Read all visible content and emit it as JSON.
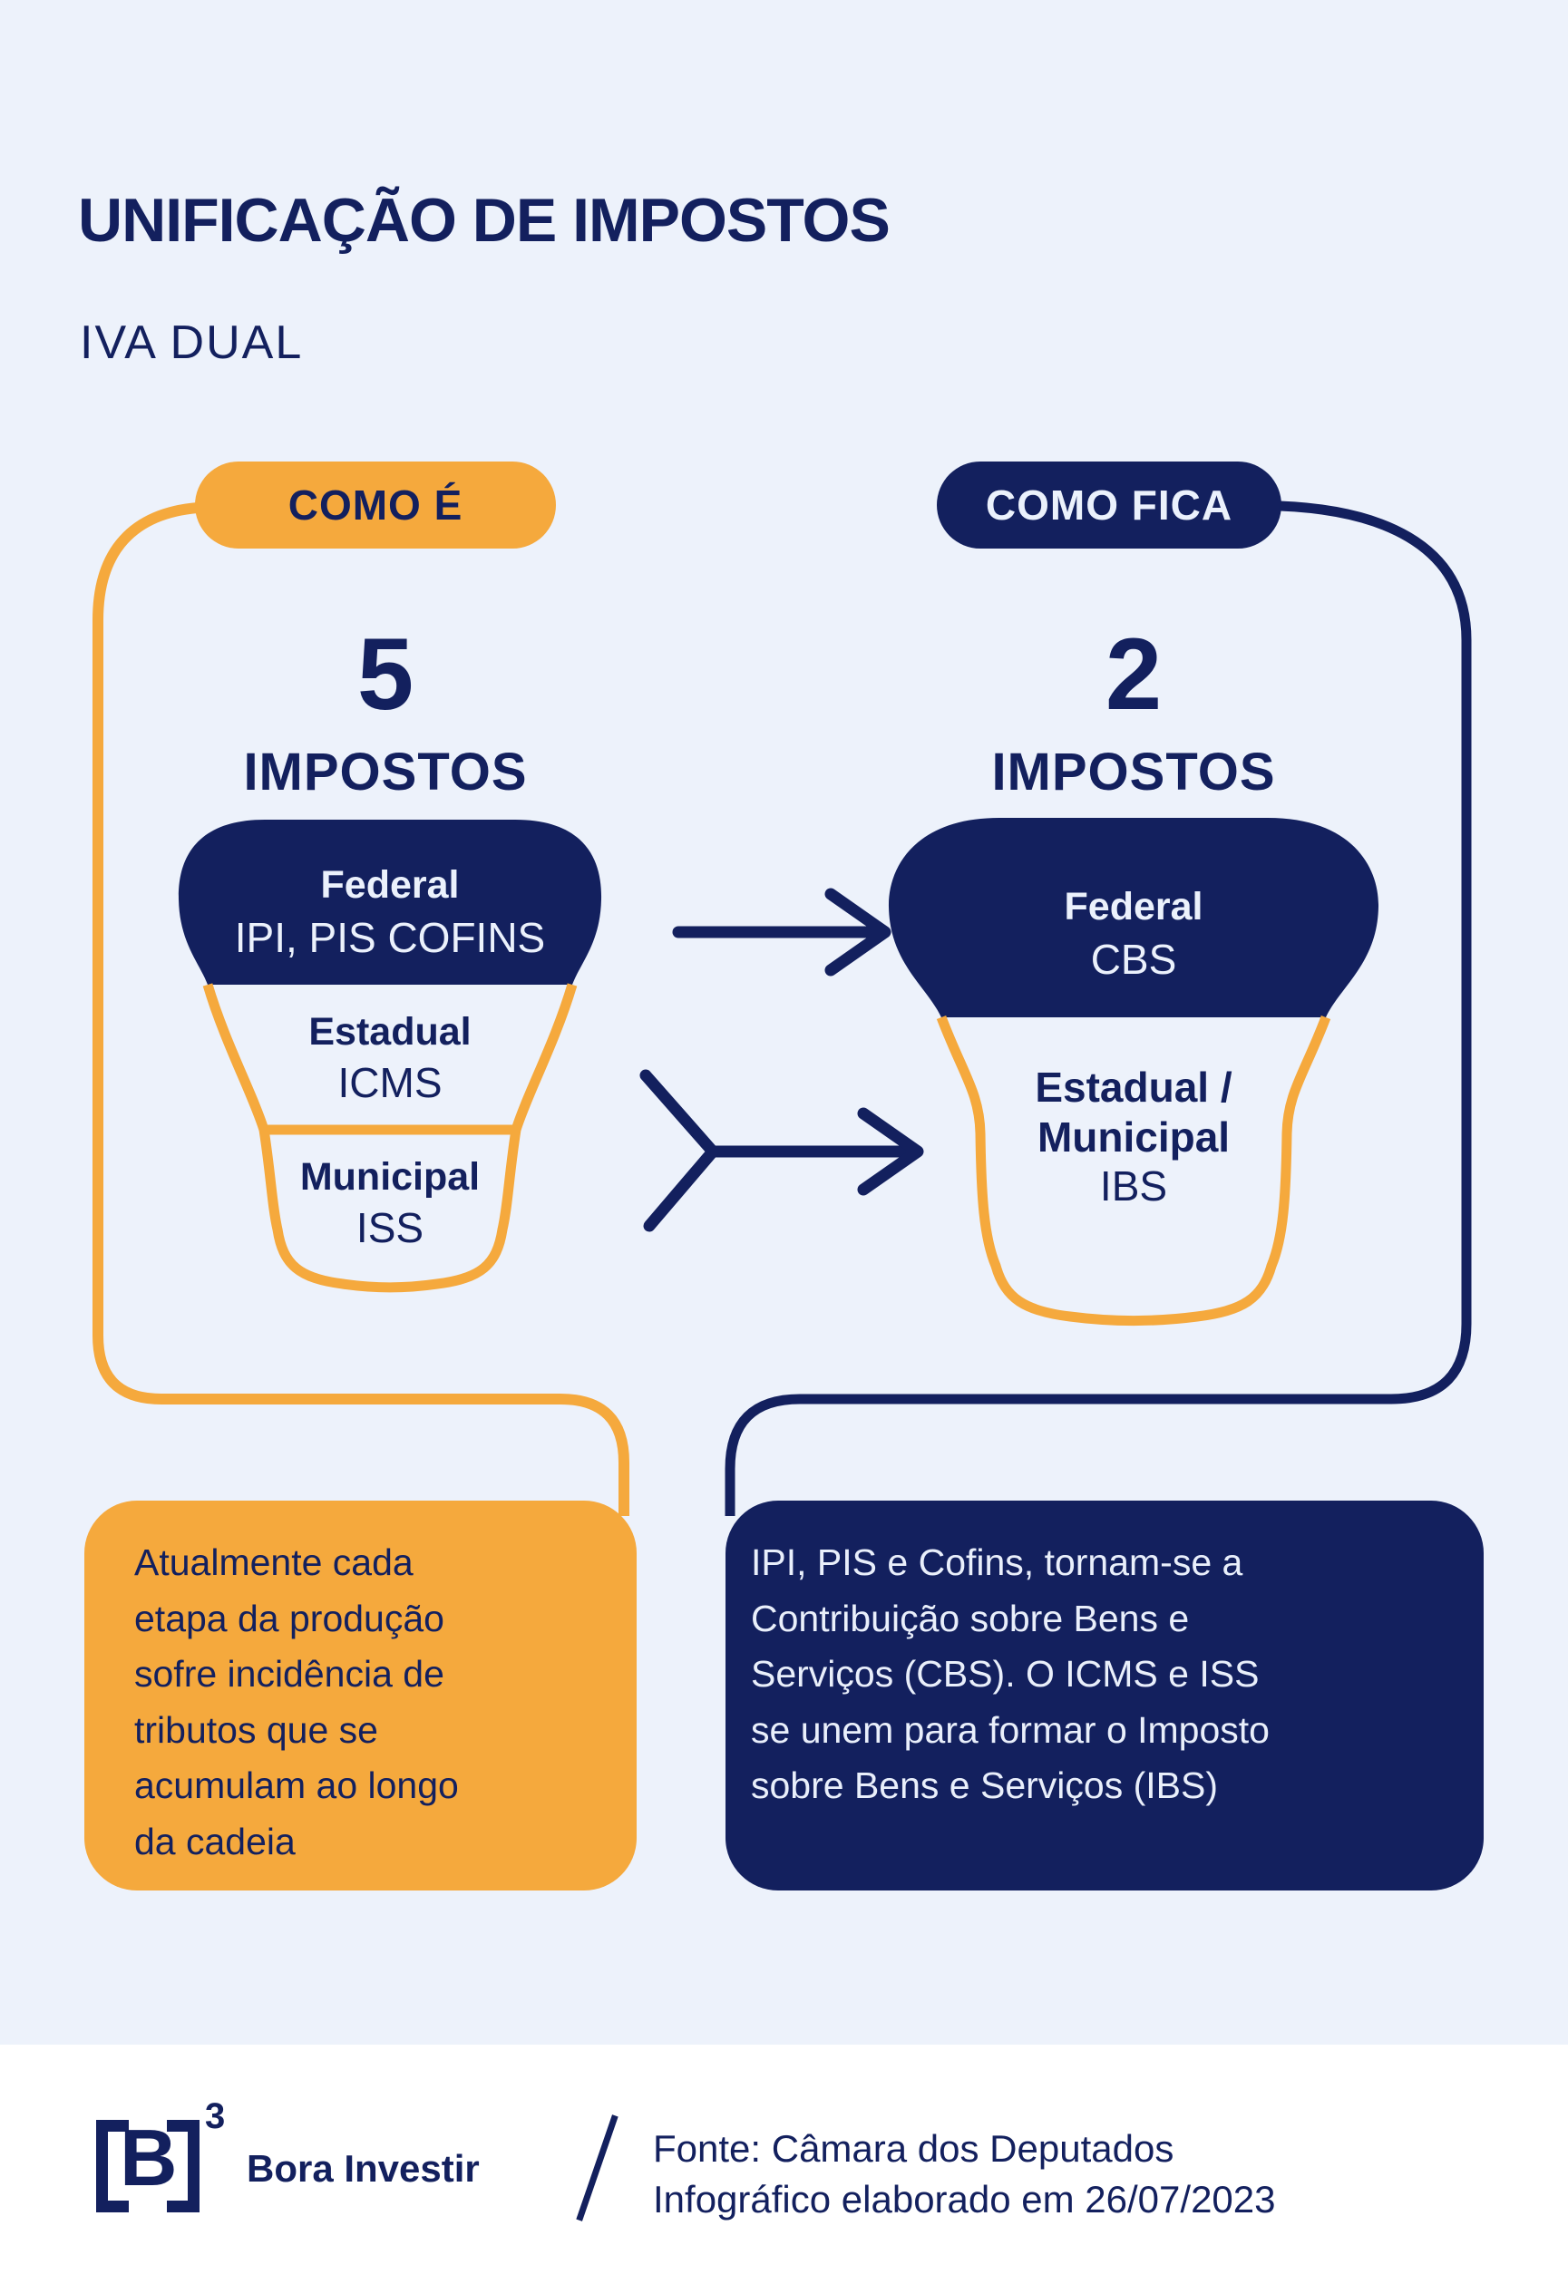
{
  "colors": {
    "background": "#edf2fb",
    "navy": "#13205e",
    "orange": "#f5a93d",
    "light_text": "#ebf1fc",
    "footer_background": "#ffffff"
  },
  "header": {
    "title": "UNIFICAÇÃO DE IMPOSTOS",
    "subtitle": "IVA DUAL"
  },
  "before": {
    "pill_label": "COMO É",
    "count": "5",
    "count_label": "IMPOSTOS",
    "funnel": [
      {
        "level": "Federal",
        "taxes": "IPI, PIS COFINS"
      },
      {
        "level": "Estadual",
        "taxes": "ICMS"
      },
      {
        "level": "Municipal",
        "taxes": "ISS"
      }
    ],
    "note": "Atualmente cada etapa da produção sofre incidência de tributos que se acumulam ao longo da cadeia"
  },
  "after": {
    "pill_label": "COMO FICA",
    "count": "2",
    "count_label": "IMPOSTOS",
    "funnel": [
      {
        "level": "Federal",
        "taxes": "CBS"
      },
      {
        "level": "Estadual / Municipal",
        "taxes": "IBS"
      }
    ],
    "note": "IPI, PIS e Cofins, tornam-se a Contribuição sobre Bens e Serviços (CBS). O ICMS e ISS se unem para formar o Imposto sobre Bens e Serviços (IBS)"
  },
  "footer": {
    "brand_mark_letter": "B",
    "brand_mark_sup": "3",
    "brand_name": "Bora Investir",
    "source_line1": "Fonte: Câmara dos Deputados",
    "source_line2": "Infográfico elaborado em 26/07/2023"
  }
}
